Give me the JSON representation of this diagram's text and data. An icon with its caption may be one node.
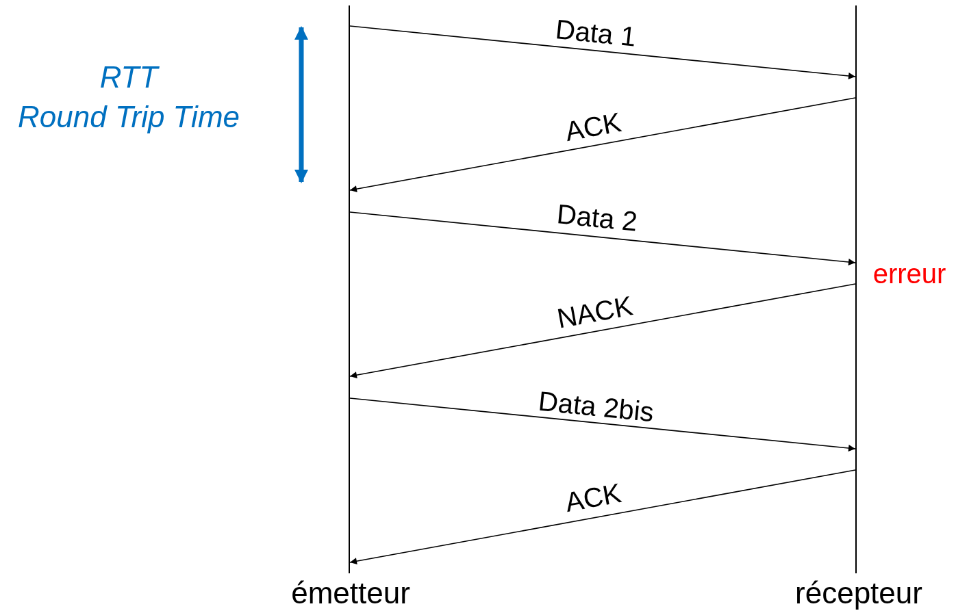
{
  "diagram": {
    "nodes": [
      {
        "text": [],
        "shape": "bar",
        "beside": [
          "émetteur"
        ]
      },
      {
        "text": [],
        "shape": "bar",
        "beside": [
          "récepteur"
        ]
      }
    ],
    "edges": [
      {
        "from": 0,
        "to": 1,
        "arrow": "to",
        "label": "Data 1"
      },
      {
        "from": 1,
        "to": 0,
        "arrow": "to",
        "label": "ACK"
      },
      {
        "from": 0,
        "to": 1,
        "arrow": "to",
        "label": "Data 2"
      },
      {
        "from": 1,
        "to": 0,
        "arrow": "to",
        "label": "NACK"
      },
      {
        "from": 0,
        "to": 1,
        "arrow": "to",
        "label": "Data 2bis"
      },
      {
        "from": 1,
        "to": 0,
        "arrow": "to",
        "label": "ACK"
      }
    ],
    "labels": [
      "RTT",
      "Round Trip Time",
      "erreur"
    ]
  }
}
